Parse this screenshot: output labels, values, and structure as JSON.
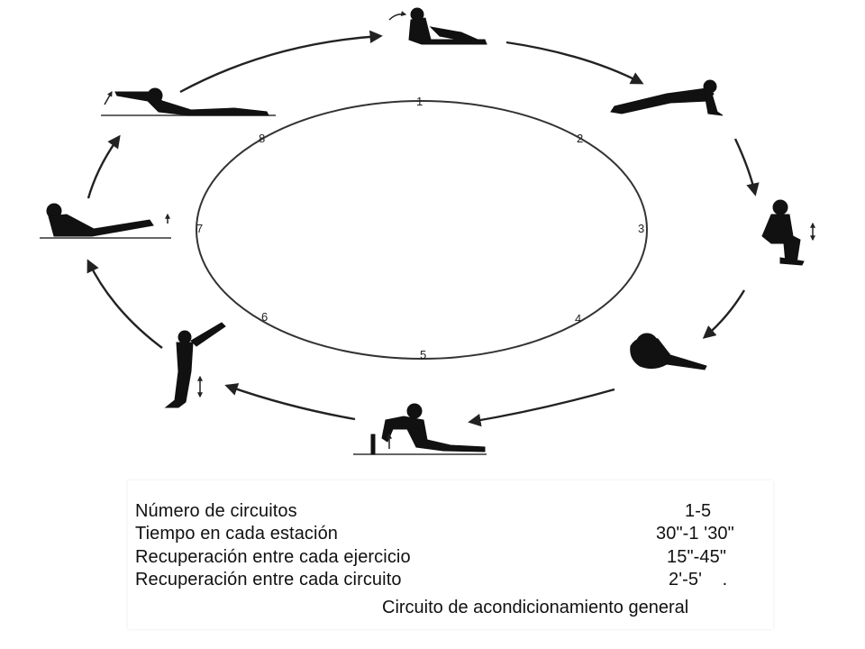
{
  "stations": [
    {
      "number": "1",
      "exercise": "sit-up"
    },
    {
      "number": "2",
      "exercise": "push-up"
    },
    {
      "number": "3",
      "exercise": "squat-jump"
    },
    {
      "number": "4",
      "exercise": "tuck"
    },
    {
      "number": "5",
      "exercise": "triceps-dip"
    },
    {
      "number": "6",
      "exercise": "vertical-jump"
    },
    {
      "number": "7",
      "exercise": "leg-raise"
    },
    {
      "number": "8",
      "exercise": "back-extension"
    }
  ],
  "info": {
    "rows": [
      {
        "label": "Número de circuitos",
        "value": "1-5"
      },
      {
        "label": "Tiempo en cada estación",
        "value": "30\"-1 '30\""
      },
      {
        "label": "Recuperación entre cada ejercicio",
        "value": "15\"-45\""
      },
      {
        "label": "Recuperación entre cada circuito",
        "value": "2'-5'    ."
      }
    ],
    "caption": "Circuito de acondicionamiento general"
  },
  "colors": {
    "ink": "#111111",
    "background": "#ffffff"
  }
}
